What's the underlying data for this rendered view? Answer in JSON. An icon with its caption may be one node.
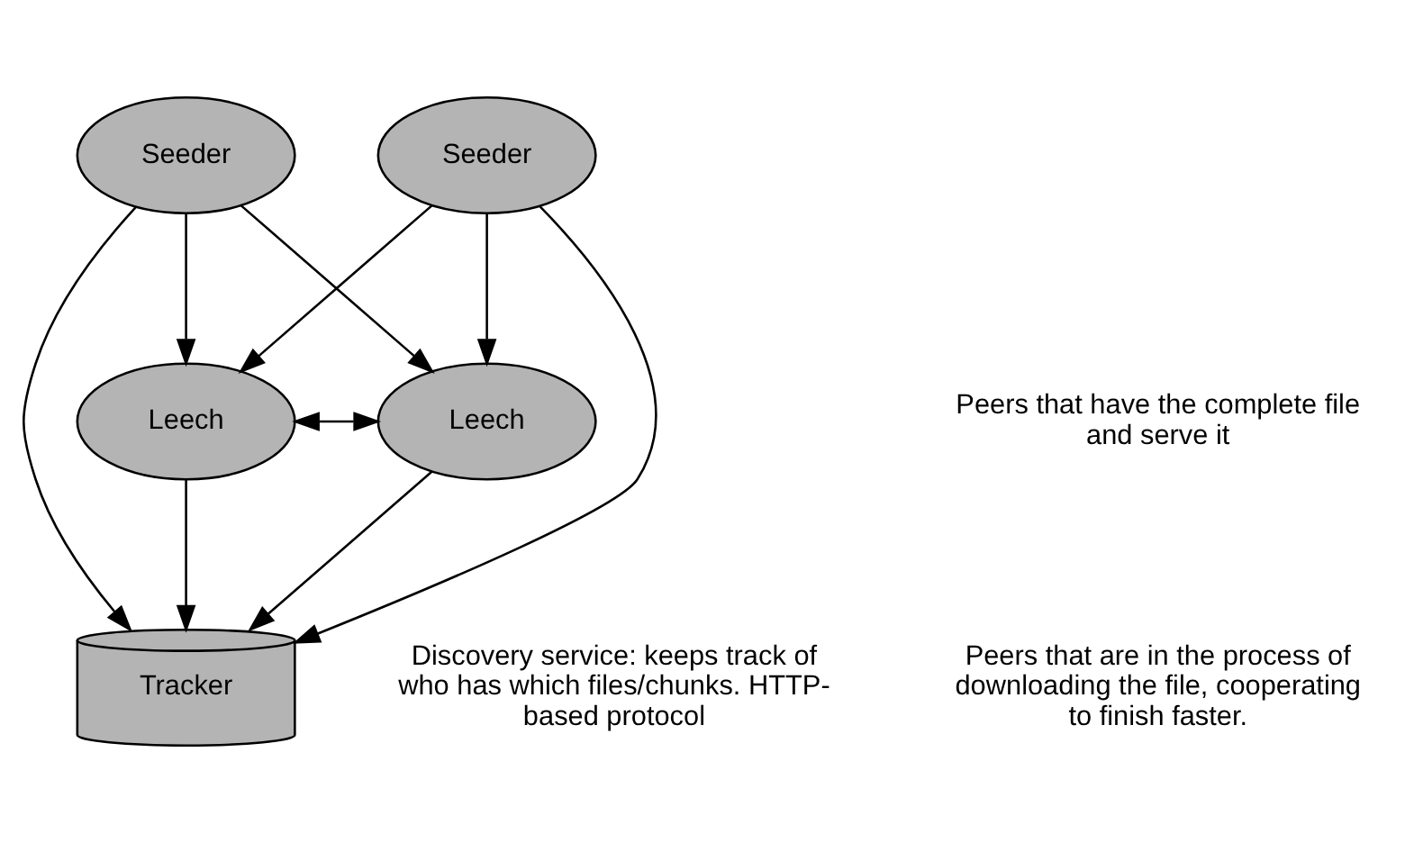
{
  "diagram": {
    "nodes": [
      {
        "text": [
          "Tracker"
        ],
        "beside": [
          "Discovery service: keeps track of who has which files/chunks. HTTP-based protocol"
        ]
      },
      {
        "text": [
          "Seeder"
        ]
      },
      {
        "text": [
          "Seeder"
        ]
      },
      {
        "text": [
          "Leech"
        ]
      },
      {
        "text": [
          "Leech"
        ]
      }
    ],
    "edges": [
      {
        "from": 1,
        "to": 0,
        "arrow": "to"
      },
      {
        "from": 2,
        "to": 0,
        "arrow": "to"
      },
      {
        "from": 3,
        "to": 0,
        "arrow": "to"
      },
      {
        "from": 4,
        "to": 0,
        "arrow": "to"
      },
      {
        "from": 2,
        "to": 3,
        "arrow": "to"
      },
      {
        "from": 2,
        "to": 4,
        "arrow": "to"
      },
      {
        "from": 1,
        "to": 3,
        "arrow": "to"
      },
      {
        "from": 1,
        "to": 4,
        "arrow": "to"
      },
      {
        "from": 3,
        "to": 4,
        "arrow": "both"
      }
    ],
    "labels": [
      "Peers that have the complete file and serve it",
      "Peers that are in the process of downloading the file, cooperating to finish faster."
    ]
  }
}
